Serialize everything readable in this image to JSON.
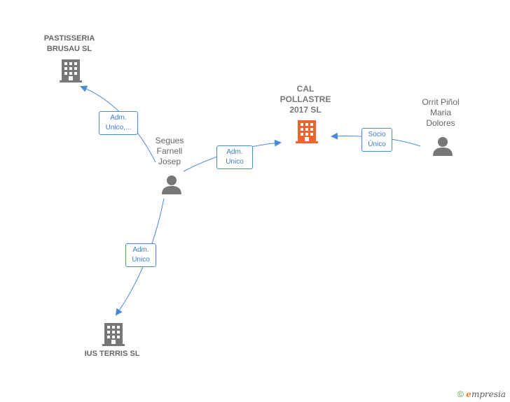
{
  "nodes": {
    "pastisseria": {
      "label": "PASTISSERIA\nBRUSAU  SL",
      "icon": "building-icon"
    },
    "cal_pollastre": {
      "label": "CAL\nPOLLASTRE\n2017  SL",
      "icon": "building-icon"
    },
    "segues": {
      "label": "Segues\nFarnell\nJosep",
      "icon": "person-icon"
    },
    "orrit": {
      "label": "Orrit Piñol\nMaria\nDolores",
      "icon": "person-icon"
    },
    "ius_terris": {
      "label": "IUS TERRIS SL",
      "icon": "building-icon"
    }
  },
  "edges": {
    "segues_to_pastisseria": "Adm.\nUnico,...",
    "segues_to_cal_pollastre": "Adm.\nUnico",
    "orrit_to_cal_pollastre": "Socio\nÚnico",
    "segues_to_ius_terris": "Adm.\nUnico"
  },
  "colors": {
    "edge": "#4a89d6",
    "building": "#777777",
    "main_building": "#f0632d",
    "person": "#777777"
  },
  "footer": {
    "copyright": "©",
    "brand_e": "e",
    "brand_rest": "mpresia"
  }
}
